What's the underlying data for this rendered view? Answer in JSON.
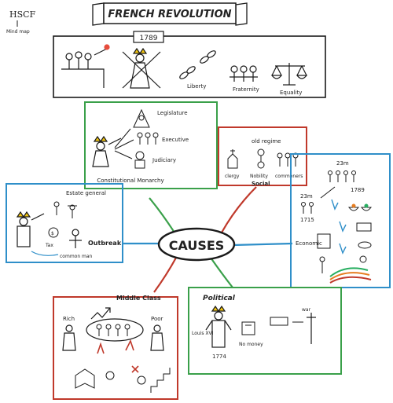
{
  "header": {
    "tag_top": "HSCF",
    "tag_bottom": "Mind map",
    "title": "FRENCH REVOLUTION"
  },
  "top_box": {
    "year": "1789",
    "liberty": "Liberty",
    "fraternity": "Fraternity",
    "equality": "Equality"
  },
  "constitutional_monarchy": {
    "legislature": "Legislature",
    "executive": "Executive",
    "judiciary": "Judiciary",
    "caption": "Constitutional Monarchy"
  },
  "old_regime": {
    "title": "old regime",
    "clergy": "clergy",
    "nobility": "Nobility",
    "commoners": "commoners",
    "caption": "Social"
  },
  "economic": {
    "pop_top": "23m",
    "year_top": "1789",
    "pop_left": "23m",
    "year_left": "1715",
    "caption": "Economic"
  },
  "outbreak": {
    "estate": "Estate general",
    "tax": "Tax",
    "common_man": "common man",
    "caption": "Outbreak"
  },
  "center": {
    "label": "CAUSES"
  },
  "middle_class": {
    "title": "Middle Class",
    "rich": "Rich",
    "poor": "Poor"
  },
  "political": {
    "title": "Political",
    "king": "Louis XVI",
    "year": "1774",
    "no_money": "No money",
    "war": "war"
  },
  "colors": {
    "black": "#1a1a1a",
    "green": "#3aa04a",
    "red": "#c0392b",
    "blue": "#2f8fc9",
    "yellow": "#e7c33a"
  }
}
